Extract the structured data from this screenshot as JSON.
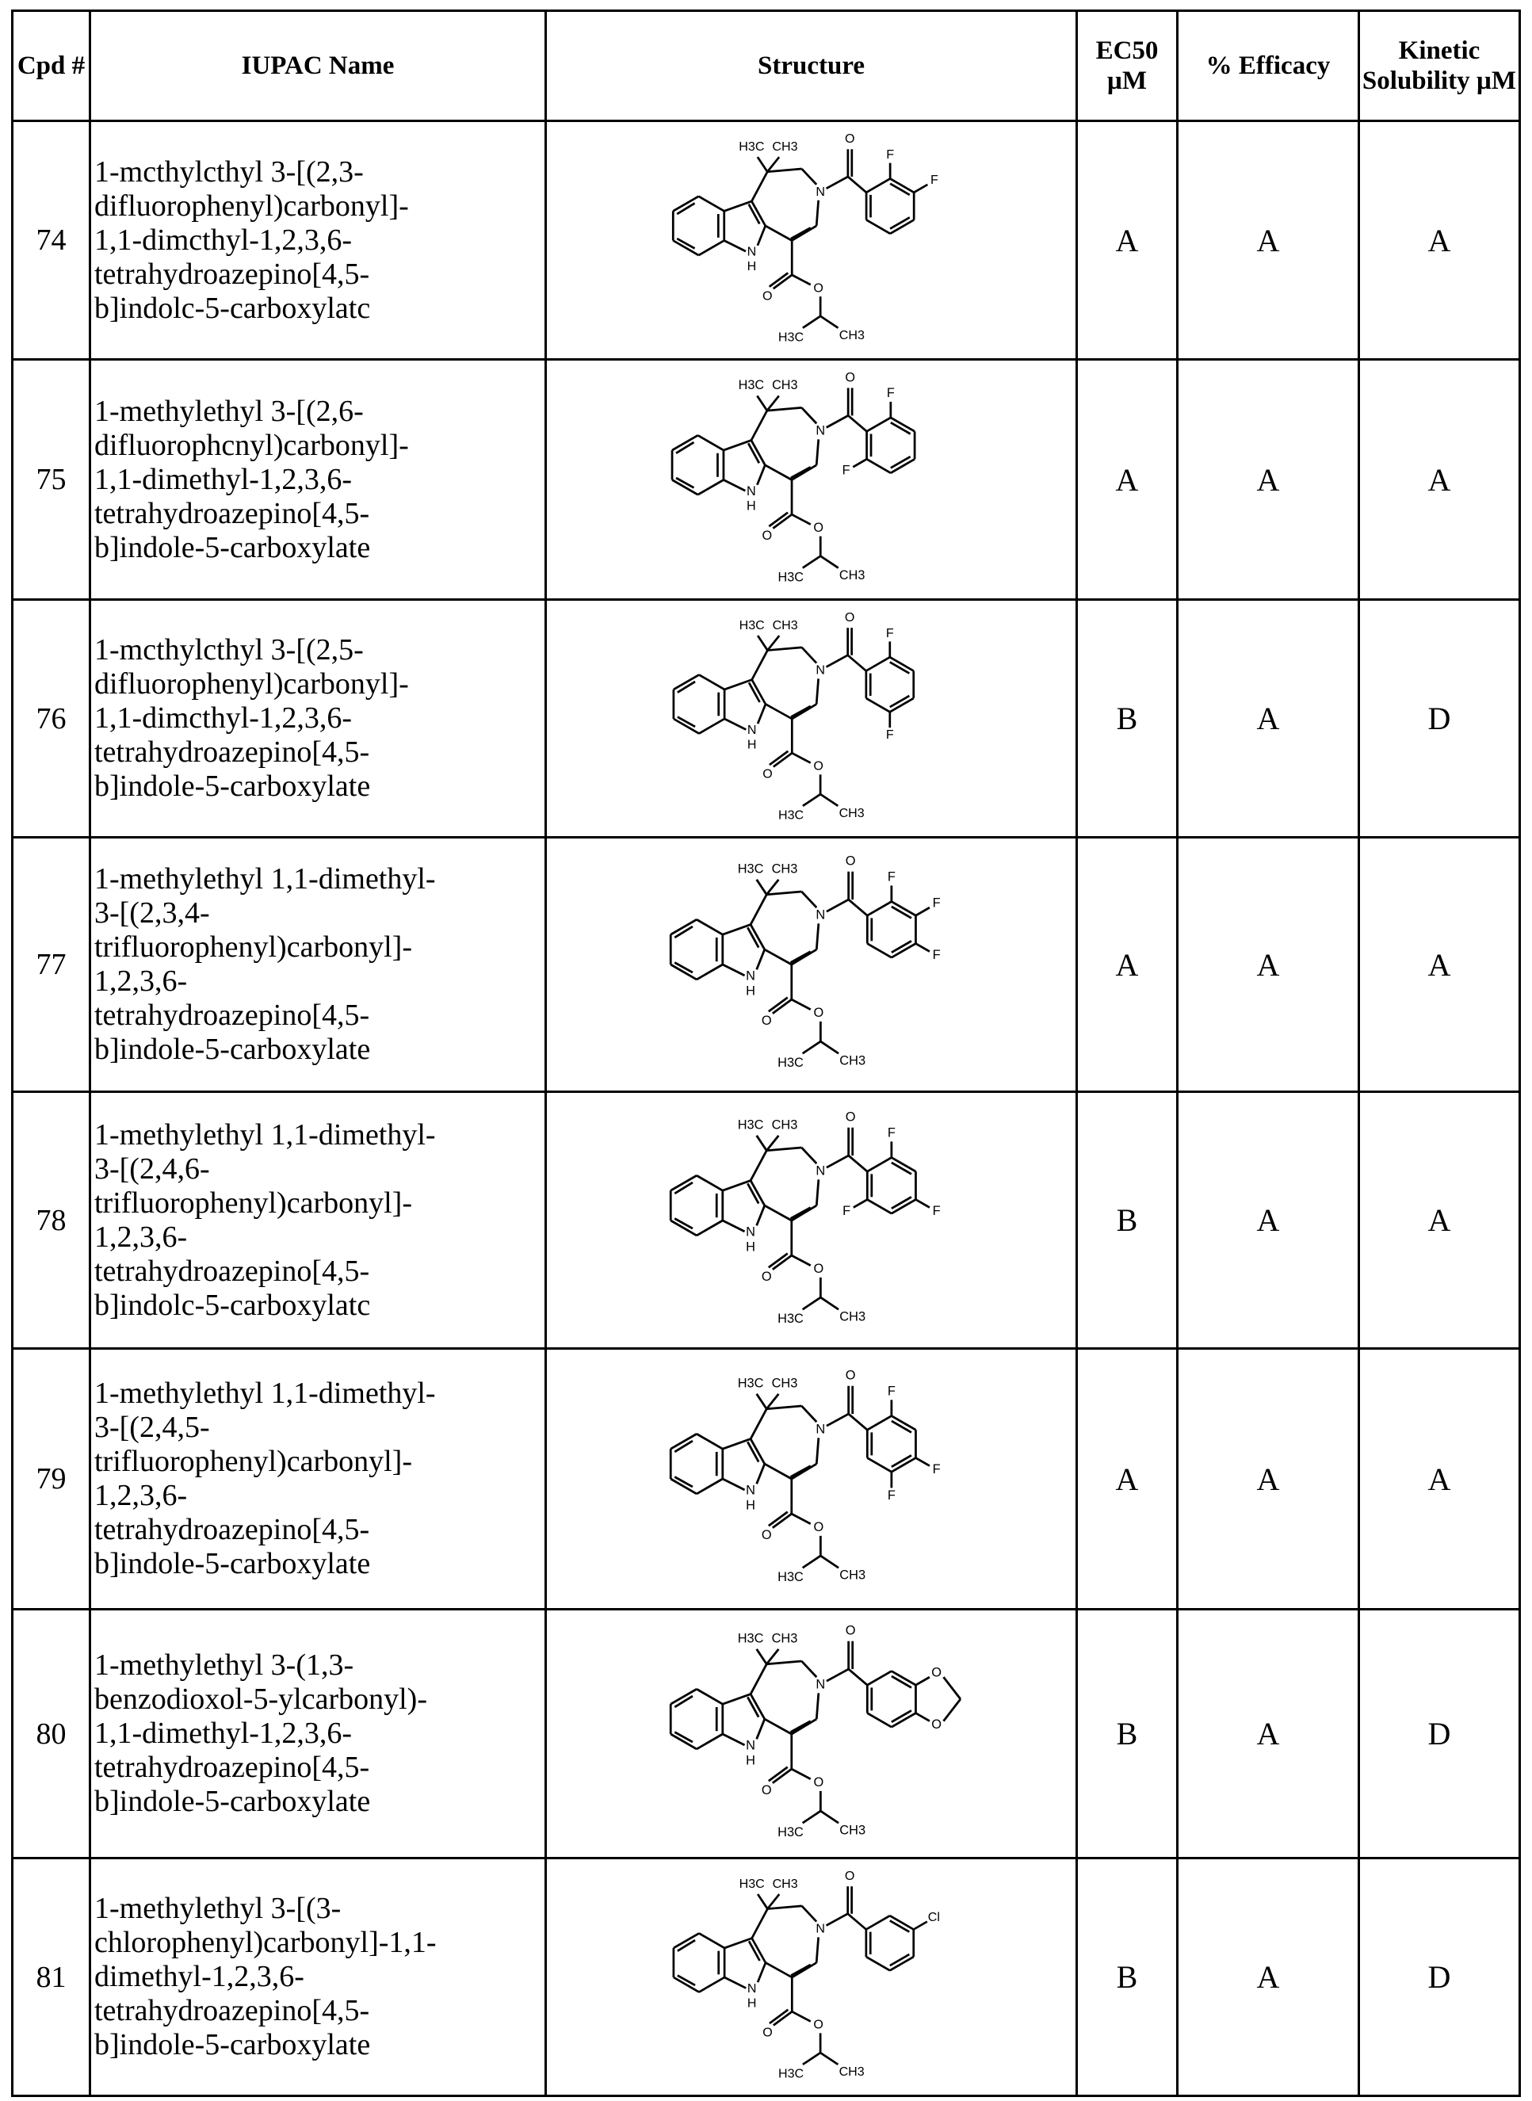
{
  "headers": {
    "cpd": "Cpd #",
    "name": "IUPAC Name",
    "structure": "Structure",
    "ec50": "EC50 µM",
    "efficacy": "% Efficacy",
    "solubility": "Kinetic Solubility µM"
  },
  "atom_labels": {
    "n": "N",
    "h": "H",
    "o": "O",
    "h3c": "H3C",
    "ch3": "CH3"
  },
  "rows": [
    {
      "cpd": "74",
      "name_lines": [
        "1-mcthylcthyl 3-[(2,3-",
        "difluorophenyl)carbonyl]-",
        "1,1-dimcthyl-1,2,3,6-",
        "tetrahydroazepino[4,5-",
        "b]indolc-5-carboxylatc"
      ],
      "subs": [
        {
          "pos": 2,
          "label": "F"
        },
        {
          "pos": 3,
          "label": "F"
        }
      ],
      "ec50": "A",
      "efficacy": "A",
      "solubility": "A"
    },
    {
      "cpd": "75",
      "name_lines": [
        "1-methylethyl 3-[(2,6-",
        "difluorophcnyl)carbonyl]-",
        "1,1-dimethyl-1,2,3,6-",
        "tetrahydroazepino[4,5-",
        "b]indole-5-carboxylate"
      ],
      "subs": [
        {
          "pos": 2,
          "label": "F"
        },
        {
          "pos": 6,
          "label": "F"
        }
      ],
      "ec50": "A",
      "efficacy": "A",
      "solubility": "A"
    },
    {
      "cpd": "76",
      "name_lines": [
        "1-mcthylcthyl 3-[(2,5-",
        "difluorophenyl)carbonyl]-",
        "1,1-dimcthyl-1,2,3,6-",
        "tetrahydroazepino[4,5-",
        "b]indole-5-carboxylate"
      ],
      "subs": [
        {
          "pos": 2,
          "label": "F"
        },
        {
          "pos": 5,
          "label": "F"
        }
      ],
      "ec50": "B",
      "efficacy": "A",
      "solubility": "D"
    },
    {
      "cpd": "77",
      "name_lines": [
        "1-methylethyl 1,1-dimethyl-",
        "3-[(2,3,4-",
        "trifluorophenyl)carbonyl]-",
        "1,2,3,6-",
        "tetrahydroazepino[4,5-",
        "b]indole-5-carboxylate"
      ],
      "subs": [
        {
          "pos": 2,
          "label": "F"
        },
        {
          "pos": 3,
          "label": "F"
        },
        {
          "pos": 4,
          "label": "F"
        }
      ],
      "ec50": "A",
      "efficacy": "A",
      "solubility": "A"
    },
    {
      "cpd": "78",
      "name_lines": [
        "1-methylethyl 1,1-dimethyl-",
        "3-[(2,4,6-",
        "trifluorophenyl)carbonyl]-",
        "1,2,3,6-",
        "tetrahydroazepino[4,5-",
        "b]indolc-5-carboxylatc"
      ],
      "subs": [
        {
          "pos": 2,
          "label": "F"
        },
        {
          "pos": 4,
          "label": "F"
        },
        {
          "pos": 6,
          "label": "F"
        }
      ],
      "ec50": "B",
      "efficacy": "A",
      "solubility": "A"
    },
    {
      "cpd": "79",
      "name_lines": [
        "1-methylethyl 1,1-dimethyl-",
        "3-[(2,4,5-",
        "trifluorophenyl)carbonyl]-",
        "1,2,3,6-",
        "tetrahydroazepino[4,5-",
        "b]indole-5-carboxylate"
      ],
      "subs": [
        {
          "pos": 2,
          "label": "F"
        },
        {
          "pos": 4,
          "label": "F"
        },
        {
          "pos": 5,
          "label": "F"
        }
      ],
      "ec50": "A",
      "efficacy": "A",
      "solubility": "A"
    },
    {
      "cpd": "80",
      "name_lines": [
        "1-methylethyl 3-(1,3-",
        "benzodioxol-5-ylcarbonyl)-",
        "1,1-dimethyl-1,2,3,6-",
        "tetrahydroazepino[4,5-",
        "b]indole-5-carboxylate"
      ],
      "subs": [
        {
          "pos": 3,
          "label": "O"
        },
        {
          "pos": 4,
          "label": "O"
        }
      ],
      "dioxole": true,
      "ec50": "B",
      "efficacy": "A",
      "solubility": "D"
    },
    {
      "cpd": "81",
      "name_lines": [
        "1-methylethyl 3-[(3-",
        "chlorophenyl)carbonyl]-1,1-",
        "dimethyl-1,2,3,6-",
        "tetrahydroazepino[4,5-",
        "b]indole-5-carboxylate"
      ],
      "subs": [
        {
          "pos": 3,
          "label": "Cl"
        }
      ],
      "ec50": "B",
      "efficacy": "A",
      "solubility": "D"
    }
  ]
}
